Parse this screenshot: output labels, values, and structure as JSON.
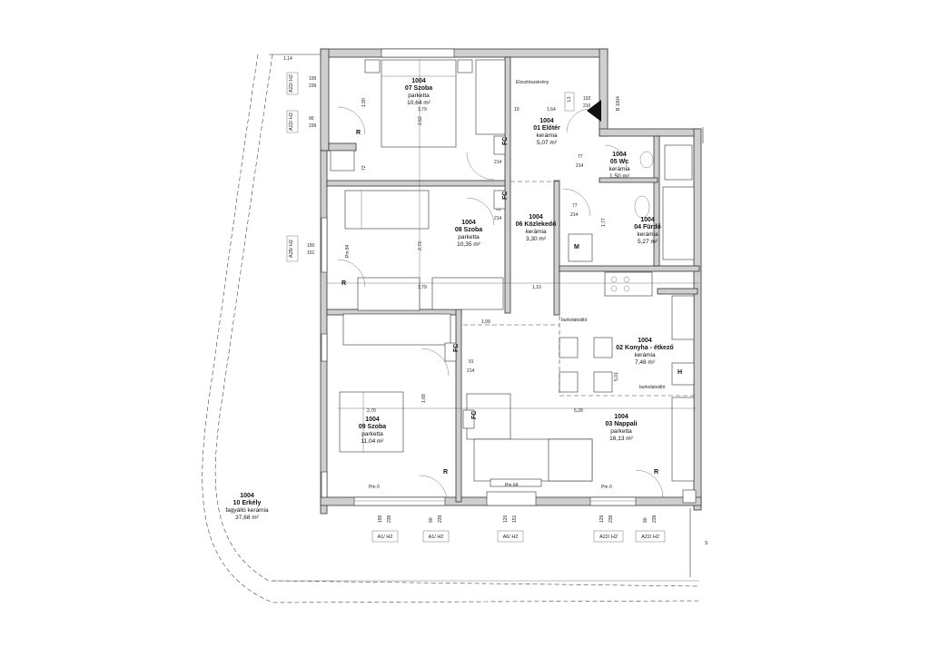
{
  "rooms": [
    {
      "id": "r07",
      "num": "1004",
      "name": "07 Szoba",
      "floor": "parketta",
      "area": "10,64 m²"
    },
    {
      "id": "r01",
      "num": "1004",
      "name": "01 Előtér",
      "floor": "kerámia",
      "area": "5,07 m²"
    },
    {
      "id": "r05",
      "num": "1004",
      "name": "05 Wc",
      "floor": "kerámia",
      "area": "1,50 m²"
    },
    {
      "id": "r08",
      "num": "1004",
      "name": "08 Szoba",
      "floor": "parketta",
      "area": "10,35 m²"
    },
    {
      "id": "r06",
      "num": "1004",
      "name": "06 Közlekedő",
      "floor": "kerámia",
      "area": "3,30 m²"
    },
    {
      "id": "r04",
      "num": "1004",
      "name": "04 Fürdő",
      "floor": "kerámia",
      "area": "5,27 m²"
    },
    {
      "id": "r02",
      "num": "1004",
      "name": "02 Konyha - étkező",
      "floor": "kerámia",
      "area": "7,48 m²"
    },
    {
      "id": "r09",
      "num": "1004",
      "name": "09 Szoba",
      "floor": "parketta",
      "area": "11,04 m²"
    },
    {
      "id": "r03",
      "num": "1004",
      "name": "03 Nappali",
      "floor": "parketta",
      "area": "16,13 m²"
    },
    {
      "id": "r10",
      "num": "1004",
      "name": "10 Erkély",
      "floor": "fagyálló kerámia",
      "area": "37,68 m²"
    }
  ],
  "window_tags": {
    "a22_h2": "A22/ H2",
    "a26_h2": "A26/ H2",
    "a1_h2": "A1/ H2",
    "a6_h2": "A6/ H2"
  },
  "dims": {
    "d100": "100",
    "d239": "239",
    "d90": "90",
    "d150": "150",
    "d151": "151",
    "d379": "3,79",
    "d262": "2,62",
    "d273": "2,73",
    "d110": "1,10",
    "d109": "1,09",
    "d270": "2,70",
    "d528": "5,28",
    "d501": "5,01",
    "d177": "1,77",
    "d164": "1,64",
    "d10": "10",
    "d77": "77",
    "d91": "91",
    "d214": "214",
    "d102": "102",
    "d210": "210",
    "d129": "129",
    "d155": "155",
    "d120": "120",
    "d190": "1,90",
    "d72": "72",
    "d168": "1,68"
  },
  "labels": {
    "section": "B 1004",
    "fc": "FC",
    "r": "R",
    "m": "M",
    "h": "H",
    "pm0": "Pm 0",
    "pm64": "Pm 64",
    "pm84": "Pm 84",
    "elosztodoboz": "Elosztószekrény",
    "burkolatvalto": "burkolatváltó",
    "level": "1,14",
    "l1": "L1",
    "s": "S"
  },
  "colors": {
    "wall": "#cfcfcf",
    "line": "#333333",
    "background": "#ffffff"
  }
}
